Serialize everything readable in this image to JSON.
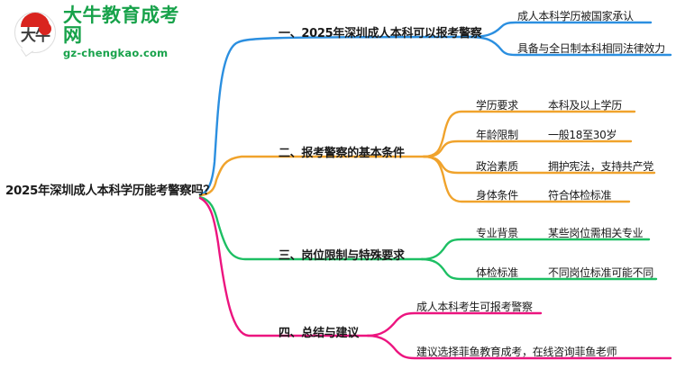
{
  "logo": {
    "mark_text": "大牛",
    "title": "大牛教育成考网",
    "url": "gz-chengkao.com"
  },
  "mindmap": {
    "root": "2025年深圳成人本科学历能考警察吗？",
    "branches": [
      {
        "title": "一、2025年深圳成人本科可以报考警察",
        "color": "#2B8FE0",
        "children": [
          {
            "label": "成人本科学历被国家承认",
            "value": ""
          },
          {
            "label": "具备与全日制本科相同法律效力",
            "value": ""
          }
        ]
      },
      {
        "title": "二、报考警察的基本条件",
        "color": "#F0A32C",
        "children": [
          {
            "label": "学历要求",
            "value": "本科及以上学历"
          },
          {
            "label": "年龄限制",
            "value": "一般18至30岁"
          },
          {
            "label": "政治素质",
            "value": "拥护宪法，支持共产党"
          },
          {
            "label": "身体条件",
            "value": "符合体检标准"
          }
        ]
      },
      {
        "title": "三、岗位限制与特殊要求",
        "color": "#1DBF63",
        "children": [
          {
            "label": "专业背景",
            "value": "某些岗位需相关专业"
          },
          {
            "label": "体检标准",
            "value": "不同岗位标准可能不同"
          }
        ]
      },
      {
        "title": "四、总结与建议",
        "color": "#EC147F",
        "children": [
          {
            "label": "成人本科考生可报考警察",
            "value": ""
          },
          {
            "label": "建议选择菲鱼教育成考，在线咨询菲鱼老师",
            "value": ""
          }
        ]
      }
    ]
  }
}
